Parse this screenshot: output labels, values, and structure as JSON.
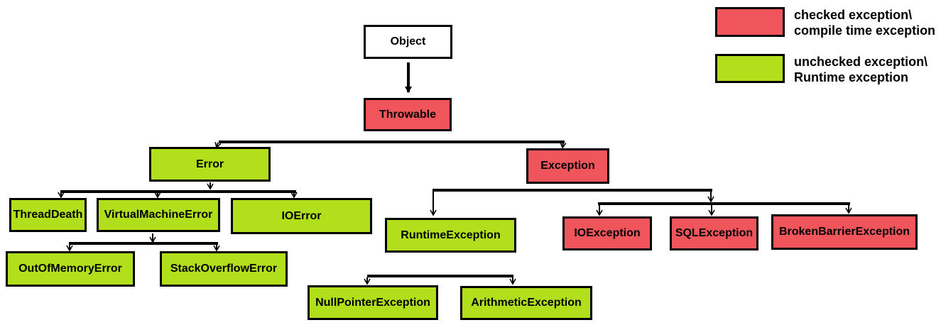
{
  "diagram": {
    "nodes": {
      "object": {
        "label": "Object",
        "type": "root"
      },
      "throwable": {
        "label": "Throwable",
        "type": "checked"
      },
      "error": {
        "label": "Error",
        "type": "unchecked"
      },
      "exception": {
        "label": "Exception",
        "type": "checked"
      },
      "threaddeath": {
        "label": "ThreadDeath",
        "type": "unchecked"
      },
      "virtualmachineerror": {
        "label": "VirtualMachineError",
        "type": "unchecked"
      },
      "ioerror": {
        "label": "IOError",
        "type": "unchecked"
      },
      "outofmemoryerror": {
        "label": "OutOfMemoryError",
        "type": "unchecked"
      },
      "stackoverflowerror": {
        "label": "StackOverflowError",
        "type": "unchecked"
      },
      "runtimeexception": {
        "label": "RuntimeException",
        "type": "unchecked"
      },
      "ioexception": {
        "label": "IOException",
        "type": "checked"
      },
      "sqlexception": {
        "label": "SQLException",
        "type": "checked"
      },
      "brokenbarrierexception": {
        "label": "BrokenBarrierException",
        "type": "checked"
      },
      "nullpointerexception": {
        "label": "NullPointerException",
        "type": "unchecked"
      },
      "arithmeticexception": {
        "label": "ArithmeticException",
        "type": "unchecked"
      }
    },
    "edges": [
      [
        "object",
        "throwable"
      ],
      [
        "throwable",
        "error"
      ],
      [
        "throwable",
        "exception"
      ],
      [
        "error",
        "threaddeath"
      ],
      [
        "error",
        "virtualmachineerror"
      ],
      [
        "error",
        "ioerror"
      ],
      [
        "virtualmachineerror",
        "outofmemoryerror"
      ],
      [
        "virtualmachineerror",
        "stackoverflowerror"
      ],
      [
        "exception",
        "runtimeexception"
      ],
      [
        "exception",
        "ioexception"
      ],
      [
        "exception",
        "sqlexception"
      ],
      [
        "exception",
        "brokenbarrierexception"
      ],
      [
        "runtimeexception",
        "nullpointerexception"
      ],
      [
        "runtimeexception",
        "arithmeticexception"
      ]
    ],
    "colors": {
      "checked": "#f0555c",
      "unchecked": "#b2df1b",
      "root": "#ffffff",
      "outline": "#000000"
    },
    "legend": [
      {
        "type": "checked",
        "line1": "checked exception\\",
        "line2": "compile time exception"
      },
      {
        "type": "unchecked",
        "line1": "unchecked exception\\",
        "line2": "Runtime exception"
      }
    ]
  }
}
